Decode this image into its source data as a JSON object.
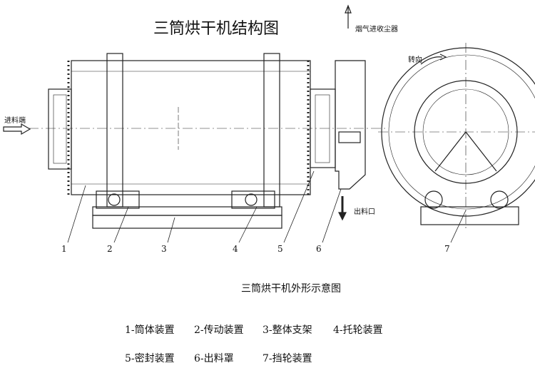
{
  "title": "三筒烘干机结构图",
  "annotations": {
    "flue_gas": "烟气进收尘器",
    "feed_end": "进料端",
    "discharge_port": "出料口",
    "rotation": "转向"
  },
  "callouts": [
    "1",
    "2",
    "3",
    "4",
    "5",
    "6",
    "7"
  ],
  "subtitle": "三筒烘干机外形示意图",
  "legend": [
    "1-筒体装置",
    "2-传动装置",
    "3-整体支架",
    "4-托轮装置",
    "5-密封装置",
    "6-出料罩",
    "7-挡轮装置"
  ]
}
